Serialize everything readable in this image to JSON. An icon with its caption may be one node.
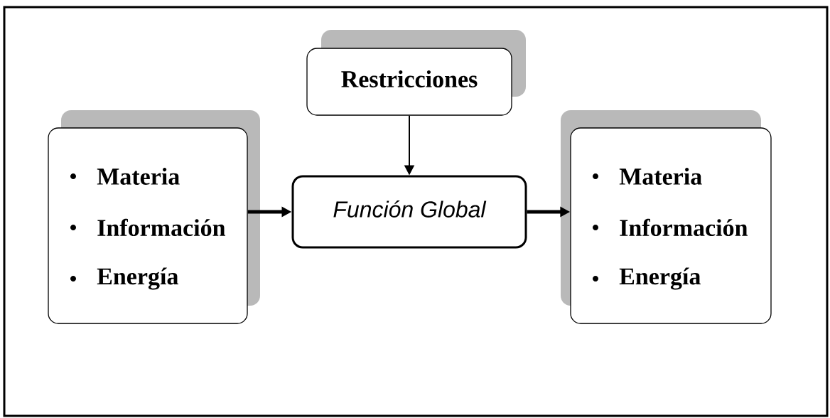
{
  "diagram": {
    "nodes": [
      {
        "text": [
          "Materia",
          "Información",
          "Energía"
        ]
      },
      {
        "text": [
          "Restricciones"
        ]
      },
      {
        "text": [
          "Función Global"
        ]
      },
      {
        "text": [
          "Materia",
          "Información",
          "Energía"
        ]
      }
    ],
    "edges": [
      {
        "from": 0,
        "to": 2,
        "arrow": "to"
      },
      {
        "from": 1,
        "to": 2,
        "arrow": "to"
      },
      {
        "from": 2,
        "to": 3,
        "arrow": "to"
      }
    ]
  }
}
